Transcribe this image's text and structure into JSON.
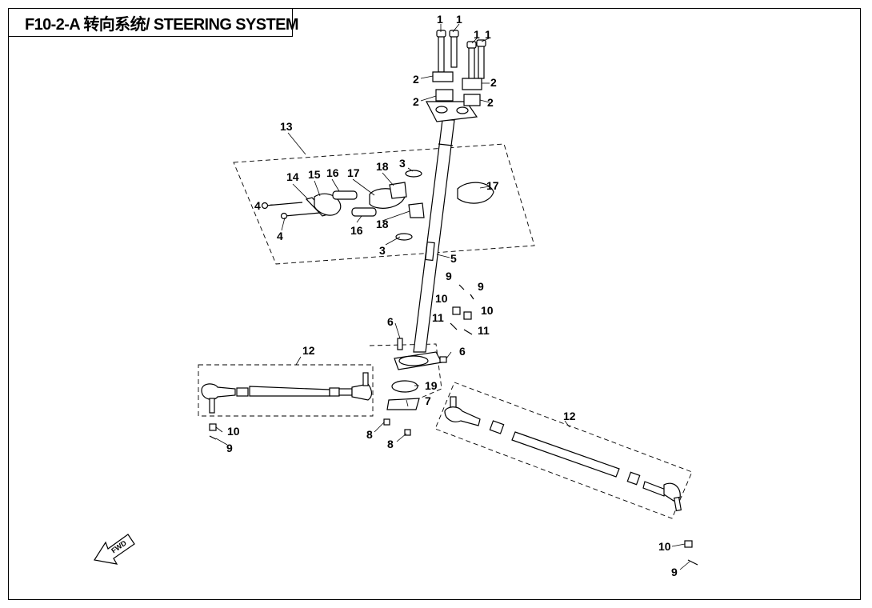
{
  "title": "F10-2-A 转向系统/ STEERING SYSTEM",
  "fwd_label": "FWD",
  "callouts": [
    {
      "id": "c1a",
      "label": "1"
    },
    {
      "id": "c1b",
      "label": "1"
    },
    {
      "id": "c1c",
      "label": "1"
    },
    {
      "id": "c1d",
      "label": "1"
    },
    {
      "id": "c2a",
      "label": "2"
    },
    {
      "id": "c2b",
      "label": "2"
    },
    {
      "id": "c2c",
      "label": "2"
    },
    {
      "id": "c2d",
      "label": "2"
    },
    {
      "id": "c13",
      "label": "13"
    },
    {
      "id": "c14",
      "label": "14"
    },
    {
      "id": "c15",
      "label": "15"
    },
    {
      "id": "c16a",
      "label": "16"
    },
    {
      "id": "c16b",
      "label": "16"
    },
    {
      "id": "c17a",
      "label": "17"
    },
    {
      "id": "c17b",
      "label": "17"
    },
    {
      "id": "c18a",
      "label": "18"
    },
    {
      "id": "c18b",
      "label": "18"
    },
    {
      "id": "c3a",
      "label": "3"
    },
    {
      "id": "c3b",
      "label": "3"
    },
    {
      "id": "c4a",
      "label": "4"
    },
    {
      "id": "c4b",
      "label": "4"
    },
    {
      "id": "c5",
      "label": "5"
    },
    {
      "id": "c9a",
      "label": "9"
    },
    {
      "id": "c9b",
      "label": "9"
    },
    {
      "id": "c10a",
      "label": "10"
    },
    {
      "id": "c10b",
      "label": "10"
    },
    {
      "id": "c11a",
      "label": "11"
    },
    {
      "id": "c11b",
      "label": "11"
    },
    {
      "id": "c6a",
      "label": "6"
    },
    {
      "id": "c6b",
      "label": "6"
    },
    {
      "id": "c12a",
      "label": "12"
    },
    {
      "id": "c12b",
      "label": "12"
    },
    {
      "id": "c19",
      "label": "19"
    },
    {
      "id": "c7",
      "label": "7"
    },
    {
      "id": "c8a",
      "label": "8"
    },
    {
      "id": "c8b",
      "label": "8"
    },
    {
      "id": "c10c",
      "label": "10"
    },
    {
      "id": "c9c",
      "label": "9"
    },
    {
      "id": "c10d",
      "label": "10"
    },
    {
      "id": "c9d",
      "label": "9"
    }
  ]
}
